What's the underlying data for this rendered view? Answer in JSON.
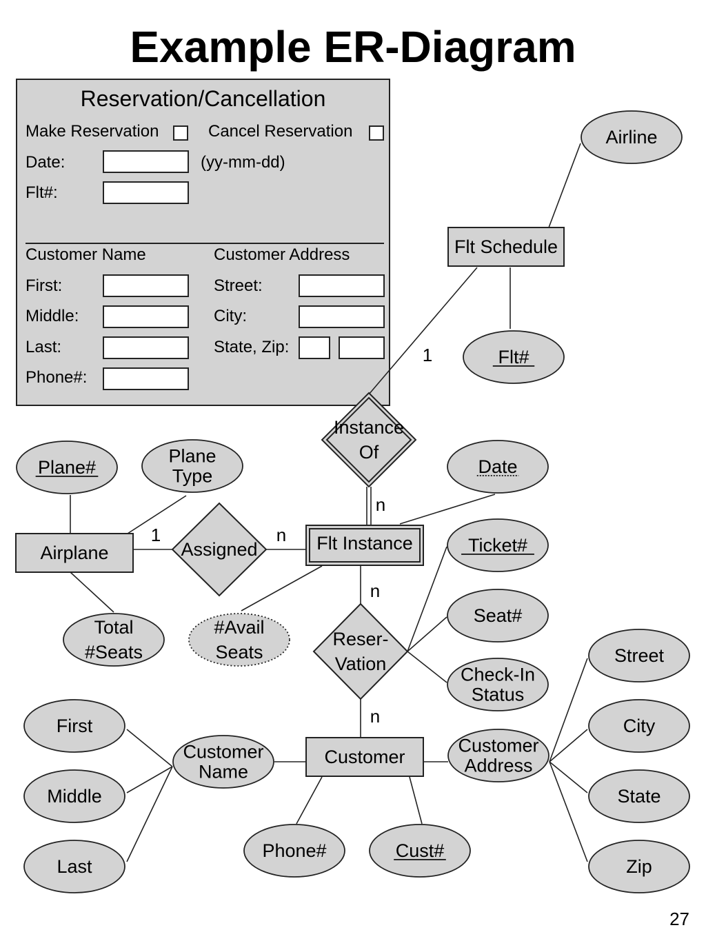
{
  "title": "Example ER-Diagram",
  "page_number": "27",
  "form": {
    "heading": "Reservation/Cancellation",
    "make_reservation": "Make Reservation",
    "cancel_reservation": "Cancel Reservation",
    "date_label": "Date:",
    "date_format": "(yy-mm-dd)",
    "flt_label": "Flt#:",
    "customer_name": "Customer Name",
    "customer_address": "Customer Address",
    "first": "First:",
    "middle": "Middle:",
    "last": "Last:",
    "phone": "Phone#:",
    "street": "Street:",
    "city": "City:",
    "state_zip": "State, Zip:"
  },
  "colors": {
    "shape_fill": "#d3d3d3",
    "stroke": "#222222",
    "background": "#ffffff"
  },
  "diagram": {
    "entities": [
      {
        "id": "flt-schedule",
        "label": "Flt Schedule"
      },
      {
        "id": "airplane",
        "label": "Airplane"
      },
      {
        "id": "flt-instance",
        "label": "Flt Instance",
        "weak": true
      },
      {
        "id": "customer",
        "label": "Customer"
      }
    ],
    "relationships": [
      {
        "id": "instance-of",
        "lines": [
          "Instance",
          "Of"
        ],
        "identifying": true
      },
      {
        "id": "assigned",
        "lines": [
          "Assigned"
        ]
      },
      {
        "id": "reservation",
        "lines": [
          "Reser-",
          "Vation"
        ]
      }
    ],
    "attributes": [
      {
        "id": "airline",
        "lines": [
          "Airline"
        ]
      },
      {
        "id": "flt-num",
        "lines": [
          "Flt#"
        ],
        "key": true
      },
      {
        "id": "plane-num",
        "lines": [
          "Plane#"
        ],
        "key": true
      },
      {
        "id": "plane-type",
        "lines": [
          "Plane",
          "Type"
        ]
      },
      {
        "id": "date",
        "lines": [
          "Date"
        ],
        "partial_key": true
      },
      {
        "id": "ticket-num",
        "lines": [
          "Ticket#"
        ],
        "key": true
      },
      {
        "id": "seat-num",
        "lines": [
          "Seat#"
        ]
      },
      {
        "id": "check-in-status",
        "lines": [
          "Check-In",
          "Status"
        ]
      },
      {
        "id": "total-seats",
        "lines": [
          "Total",
          "#Seats"
        ]
      },
      {
        "id": "avail-seats",
        "lines": [
          "#Avail",
          "Seats"
        ],
        "derived": true
      },
      {
        "id": "first",
        "lines": [
          "First"
        ]
      },
      {
        "id": "middle",
        "lines": [
          "Middle"
        ]
      },
      {
        "id": "last",
        "lines": [
          "Last"
        ]
      },
      {
        "id": "customer-name",
        "lines": [
          "Customer",
          "Name"
        ]
      },
      {
        "id": "customer-address",
        "lines": [
          "Customer",
          "Address"
        ]
      },
      {
        "id": "phone-num",
        "lines": [
          "Phone#"
        ]
      },
      {
        "id": "cust-num",
        "lines": [
          "Cust#"
        ],
        "key": true
      },
      {
        "id": "street",
        "lines": [
          "Street"
        ]
      },
      {
        "id": "city",
        "lines": [
          "City"
        ]
      },
      {
        "id": "state",
        "lines": [
          "State"
        ]
      },
      {
        "id": "zip",
        "lines": [
          "Zip"
        ]
      }
    ],
    "cardinalities": [
      {
        "id": "instance-of-schedule",
        "label": "1"
      },
      {
        "id": "instance-of-instance",
        "label": "n"
      },
      {
        "id": "assigned-airplane",
        "label": "1"
      },
      {
        "id": "assigned-instance",
        "label": "n"
      },
      {
        "id": "reservation-instance",
        "label": "n"
      },
      {
        "id": "reservation-customer",
        "label": "n"
      }
    ]
  }
}
